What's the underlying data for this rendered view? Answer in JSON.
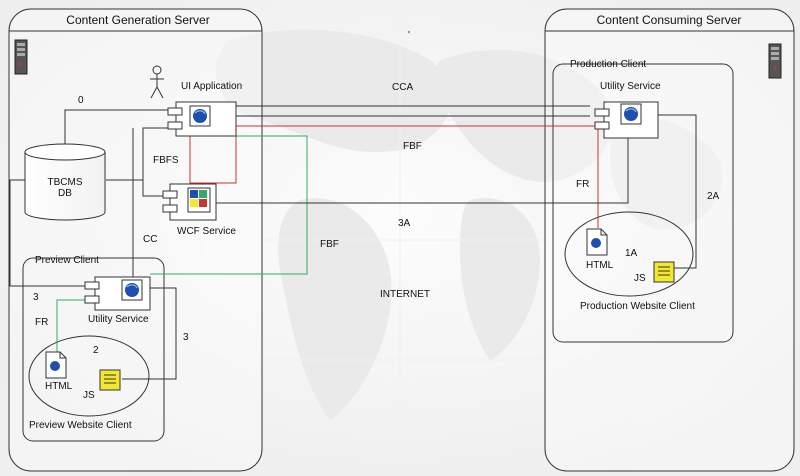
{
  "servers": {
    "generation": "Content Generation Server",
    "consuming": "Content Consuming Server"
  },
  "clients": {
    "preview": "Preview Client",
    "production": "Production Client"
  },
  "components": {
    "ui_application": "UI Application",
    "wcf_service": "WCF Service",
    "database": [
      "TBCMS",
      "DB"
    ],
    "utility_service_preview": "Utility Service",
    "utility_service_production": "Utility Service"
  },
  "websites": {
    "preview": "Preview Website Client",
    "production": "Production Website Client"
  },
  "file_labels": {
    "html_preview": "HTML",
    "js_preview": "JS",
    "html_production": "HTML",
    "js_production": "JS"
  },
  "connection_labels": {
    "l0": "0",
    "cca": "CCA",
    "fbf_top": "FBF",
    "fbfs": "FBFS",
    "cc": "CC",
    "three_a": "3A",
    "fbf_mid": "FBF",
    "three_left": "3",
    "three_right": "3",
    "fr_preview": "FR",
    "two": "2",
    "fr_production": "FR",
    "two_a": "2A",
    "one_a": "1A"
  },
  "network_label": "INTERNET",
  "stray_mark": "'",
  "colors": {
    "line": "#333333",
    "red_line": "#cc3333",
    "green_line": "#33aa66",
    "icon_yellow": "#f2e830",
    "icon_blue": "#1f4fae"
  }
}
